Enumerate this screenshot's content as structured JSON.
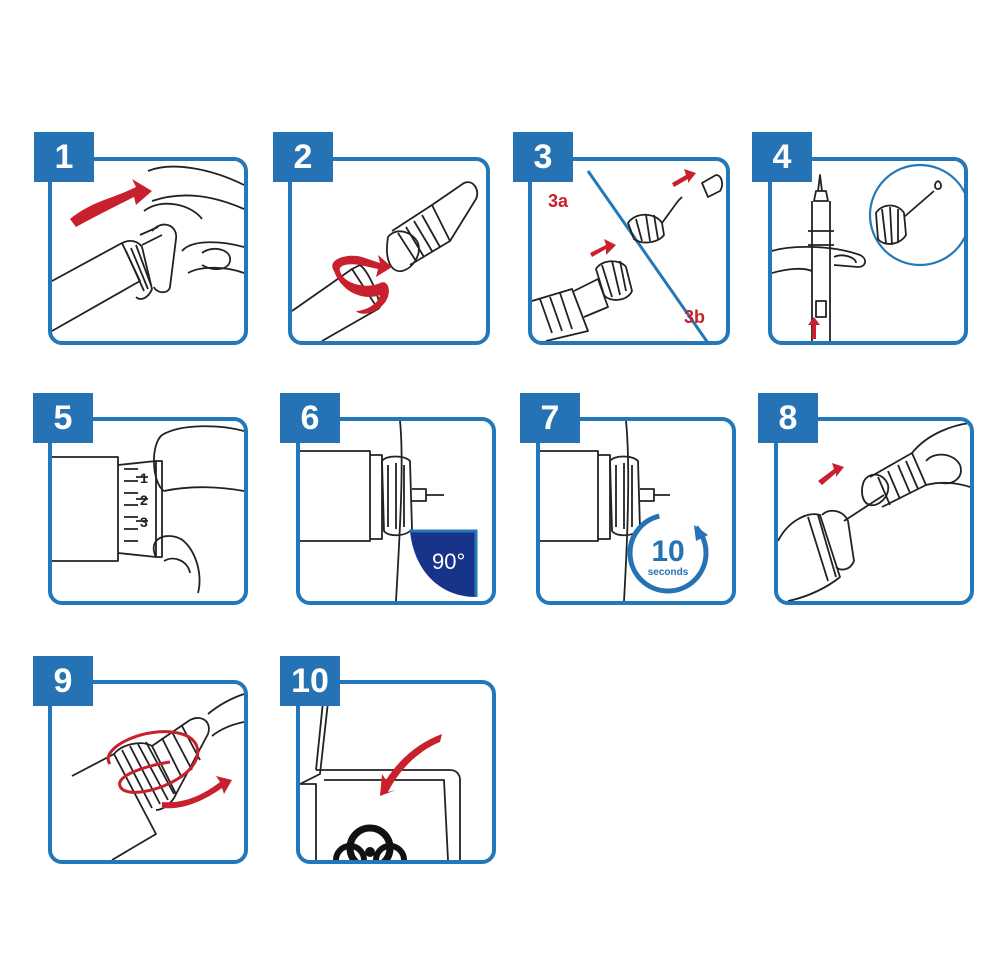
{
  "colors": {
    "frame": "#2278b8",
    "badge": "#2573b4",
    "accent_red": "#c8202c",
    "angle_fill": "#17338a"
  },
  "steps": [
    {
      "number": "1",
      "icon": "pen-cap-removal"
    },
    {
      "number": "2",
      "icon": "needle-screw-on"
    },
    {
      "number": "3",
      "icon": "needle-caps-removal",
      "labels": [
        "3a",
        "3b"
      ]
    },
    {
      "number": "4",
      "icon": "priming-test-drop"
    },
    {
      "number": "5",
      "icon": "dose-dial",
      "dial_marks": [
        "1",
        "2",
        "3"
      ]
    },
    {
      "number": "6",
      "icon": "inject-90-degrees",
      "angle_label": "90°"
    },
    {
      "number": "7",
      "icon": "hold-timer",
      "timer_value": "10",
      "timer_unit": "seconds"
    },
    {
      "number": "8",
      "icon": "recap-needle"
    },
    {
      "number": "9",
      "icon": "unscrew-needle"
    },
    {
      "number": "10",
      "icon": "sharps-disposal-bin"
    }
  ]
}
